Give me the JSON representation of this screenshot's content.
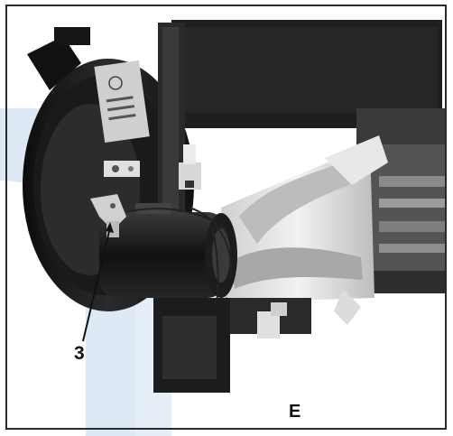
{
  "figure": {
    "callout_label": "3",
    "panel_label": "E"
  },
  "colors": {
    "watermark": "#dde9f5",
    "dark_metal": "#1e1e1e",
    "light_metal": "#d4d4d4",
    "frame": "#2a2a2a"
  },
  "icons": {
    "callout_arrow": "arrow-line"
  }
}
